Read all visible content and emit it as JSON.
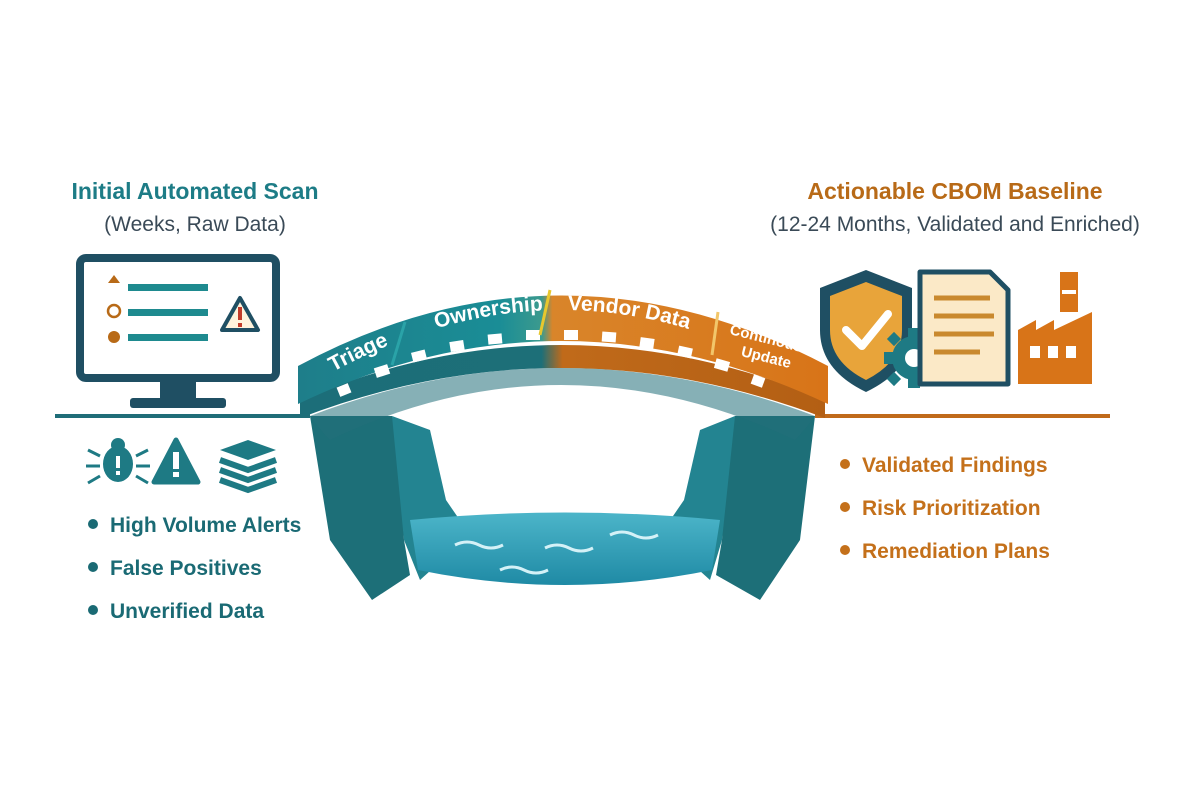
{
  "left_panel": {
    "title": "Initial Automated Scan",
    "subtitle": "(Weeks, Raw Data)",
    "bullets": [
      "High Volume Alerts",
      "False Positives",
      "Unverified Data"
    ],
    "icons": [
      "computer-monitor-icon",
      "bug-icon",
      "warning-icon",
      "stacked-layers-icon"
    ],
    "color": "#1d7c86"
  },
  "bridge": {
    "steps": [
      "Triage",
      "Ownership",
      "Vendor Data",
      "Continous",
      "Update"
    ],
    "teal": "#1d7f8a",
    "orange": "#d77a22",
    "water": "#3aa5bd"
  },
  "right_panel": {
    "title": "Actionable CBOM Baseline",
    "subtitle": "(12-24 Months, Validated and Enriched)",
    "bullets": [
      "Validated Findings",
      "Risk Prioritization",
      "Remediation Plans"
    ],
    "icons": [
      "shield-check-icon",
      "gear-icon",
      "document-icon",
      "factory-icon"
    ],
    "color": "#c4701a"
  }
}
